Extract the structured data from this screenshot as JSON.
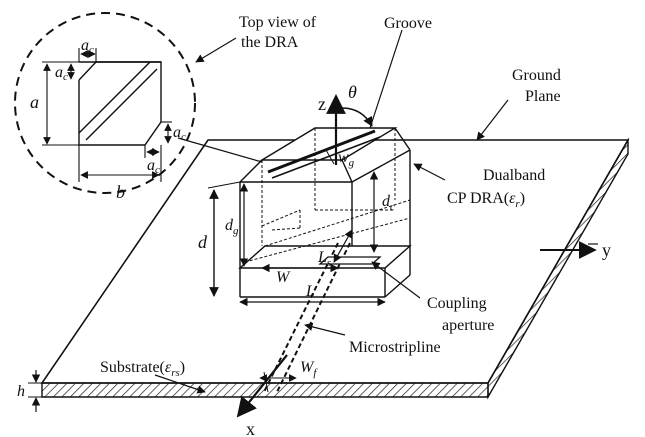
{
  "labels": {
    "top_view": [
      "Top view of",
      "the DRA"
    ],
    "groove": "Groove",
    "ground_plane": [
      "Ground",
      "Plane"
    ],
    "dra": [
      "Dualband",
      "CP DRA("
    ],
    "coupling": [
      "Coupling",
      "aperture"
    ],
    "microstripline": "Microstripline",
    "substrate": "Substrate("
  },
  "symbols": {
    "z": "z",
    "theta": "θ",
    "x": "x",
    "y": "y",
    "a": "a",
    "b": "b",
    "ac": "a",
    "ac_sub": "c",
    "d": "d",
    "dg": "d",
    "dg_sub": "g",
    "dc": "d",
    "dc_sub": "c",
    "wg": "w",
    "wg_sub": "g",
    "W": "W",
    "L": "L",
    "Ls": "L",
    "Ls_sub": "s",
    "Wf": "W",
    "Wf_sub": "f",
    "h": "h",
    "eps": "ε",
    "eps_r_sub": "r",
    "eps_rs_sub": "rs"
  }
}
